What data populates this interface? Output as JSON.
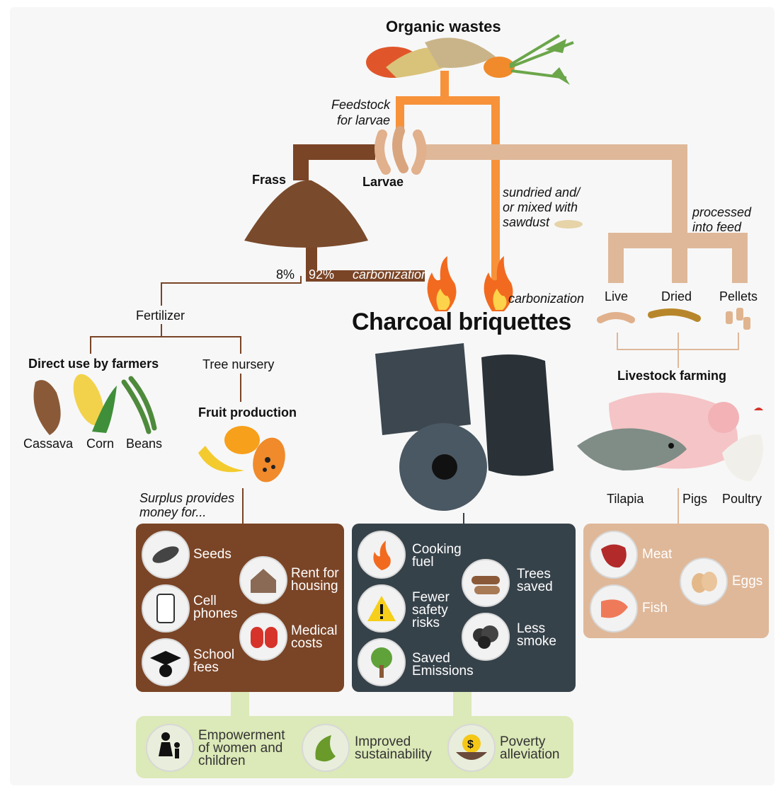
{
  "organic_wastes": "Organic wastes",
  "feedstock": [
    "Feedstock",
    "for larvae"
  ],
  "larvae": "Larvae",
  "frass": "Frass",
  "sundried": [
    "sundried and/",
    "or mixed with",
    "sawdust"
  ],
  "processed": [
    "processed",
    "into feed"
  ],
  "pct8": "8%",
  "pct92": "92%",
  "carbonization": "carbonization",
  "charcoal_briquettes": "Charcoal briquettes",
  "fertilizer": "Fertilizer",
  "direct_use": "Direct use by farmers",
  "tree_nursery": "Tree nursery",
  "fruit_production": "Fruit production",
  "crops": [
    "Cassava",
    "Corn",
    "Beans"
  ],
  "surplus": [
    "Surplus provides",
    "money for..."
  ],
  "feed_types": [
    "Live",
    "Dried",
    "Pellets"
  ],
  "livestock_farming": "Livestock farming",
  "animals": [
    "Tilapia",
    "Pigs",
    "Poultry"
  ],
  "brown_box": {
    "seeds": "Seeds",
    "cell_phones": [
      "Cell",
      "phones"
    ],
    "school_fees": [
      "School",
      "fees"
    ],
    "rent": [
      "Rent for",
      "housing"
    ],
    "medical": [
      "Medical",
      "costs"
    ]
  },
  "dark_box": {
    "cooking": [
      "Cooking",
      "fuel"
    ],
    "safety": [
      "Fewer",
      "safety",
      "risks"
    ],
    "emissions": [
      "Saved",
      "Emissions"
    ],
    "trees": [
      "Trees",
      "saved"
    ],
    "smoke": [
      "Less",
      "smoke"
    ]
  },
  "tan_box": {
    "meat": "Meat",
    "fish": "Fish",
    "eggs": "Eggs"
  },
  "bottom": {
    "empowerment": [
      "Empowerment",
      "of women and",
      "children"
    ],
    "sustainability": [
      "Improved",
      "sustainability"
    ],
    "poverty": [
      "Poverty",
      "alleviation"
    ]
  },
  "colors": {
    "brown": "#7a4426",
    "dark": "#36424a",
    "tan": "#dfb899",
    "orange": "#f7923a",
    "green": "#dce9b8"
  }
}
